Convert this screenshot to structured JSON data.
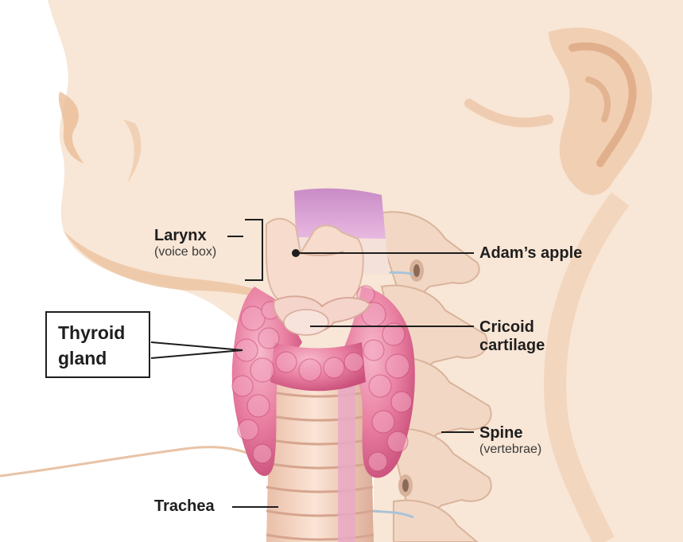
{
  "labels": {
    "larynx": {
      "name": "Larynx",
      "note": "(voice box)"
    },
    "adams_apple": {
      "name": "Adam’s apple"
    },
    "thyroid": {
      "line1": "Thyroid",
      "line2": "gland"
    },
    "cricoid": {
      "line1": "Cricoid",
      "line2": "cartilage"
    },
    "spine": {
      "name": "Spine",
      "note": "(vertebrae)"
    },
    "trachea": {
      "name": "Trachea"
    }
  },
  "colors": {
    "skin": "#f8e4d2",
    "skin_shade": "#e8b58a",
    "thyroid": "#e87da0",
    "thyroid_dark": "#c94f7a",
    "cartilage": "#f7dccd",
    "bone": "#f2d8c4",
    "label_text": "#1e1e1e"
  }
}
